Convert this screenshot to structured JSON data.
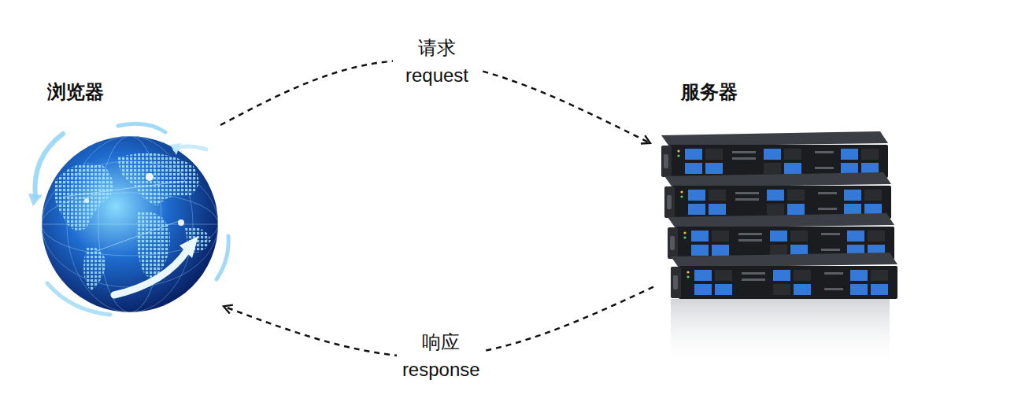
{
  "diagram": {
    "nodes": [
      {
        "text": [
          "浏览器"
        ]
      },
      {
        "text": [
          "服务器"
        ]
      }
    ],
    "edges": [
      {
        "from": 0,
        "to": 1,
        "arrow": "to",
        "label": "请求 request"
      },
      {
        "from": 1,
        "to": 0,
        "arrow": "to",
        "label": "响应 response"
      }
    ]
  }
}
